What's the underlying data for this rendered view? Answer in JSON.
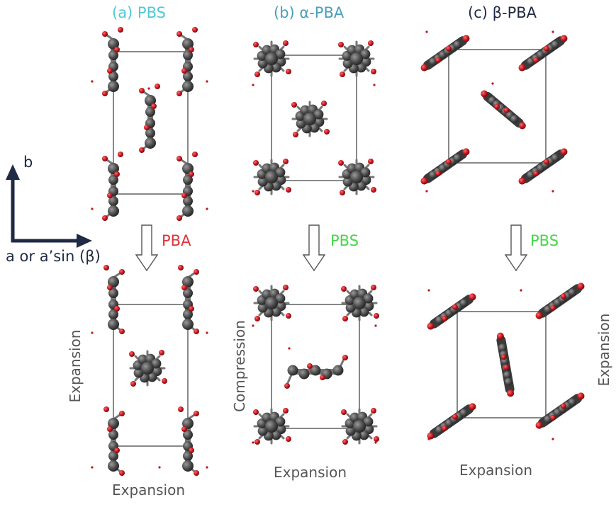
{
  "panels": [
    {
      "title": "(a) PBS",
      "title_color": "#4ec9d6",
      "arrow_label": "PBA",
      "arrow_label_color": "#e0333b",
      "side_label": "Expansion",
      "bottom_label": "Expansion"
    },
    {
      "title": "(b) α-PBA",
      "title_color": "#4aa0b8",
      "arrow_label": "PBS",
      "arrow_label_color": "#46d64a",
      "side_label": "Compression",
      "bottom_label": "Expansion"
    },
    {
      "title": "(c) β-PBA",
      "title_color": "#1f2a44",
      "arrow_label": "PBS",
      "arrow_label_color": "#46d64a",
      "side_label": "Expansion",
      "bottom_label": "Expansion"
    }
  ],
  "axes": {
    "vertical": "b",
    "horizontal": "a or a’sin (β)"
  },
  "colors": {
    "carbon": "#4a4a4a",
    "oxygen": "#c0141c",
    "cell_line": "#555555",
    "axis": "#1f2a44"
  }
}
